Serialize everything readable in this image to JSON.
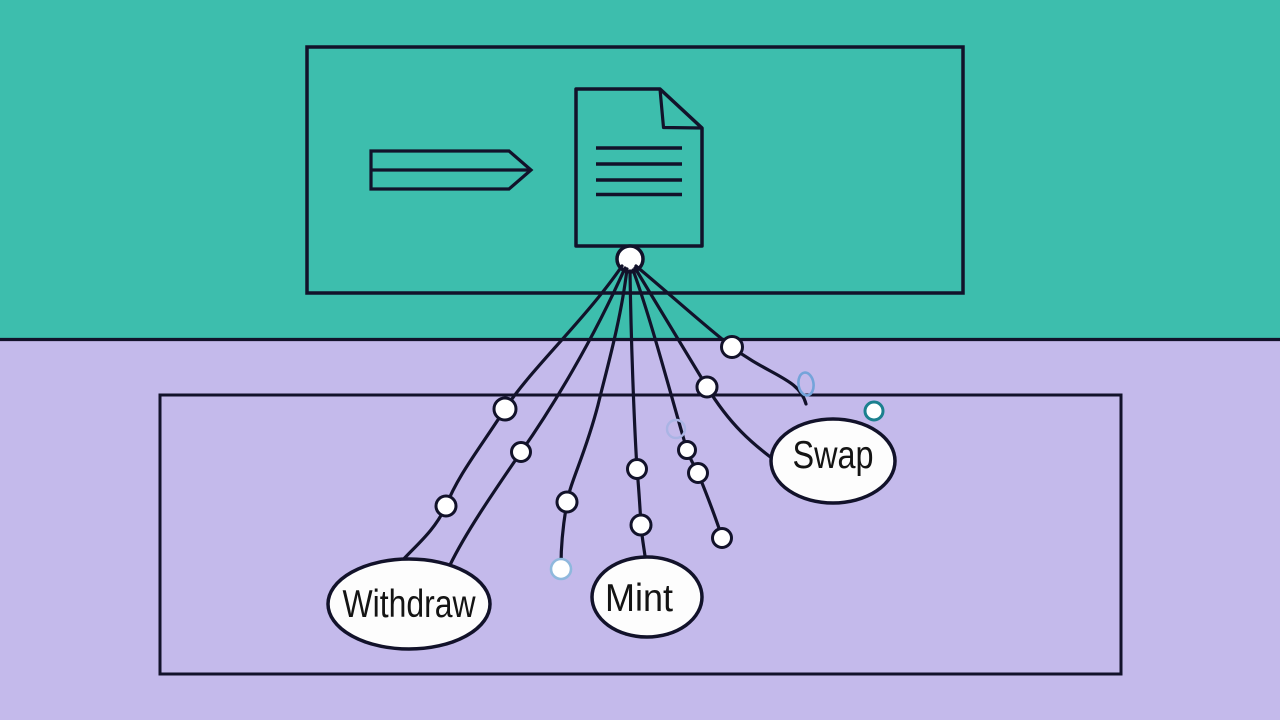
{
  "diagram": {
    "background": {
      "top_color": "#3dbead",
      "bottom_color": "#c4baeb"
    },
    "outline_color": "#12122a",
    "shape_fill": "#f8f9f9",
    "node_fill": "#ffffff",
    "accent_colors": {
      "teal_ring": "#1b808e",
      "sketch_blue": "#74a4da",
      "sketch_lavender": "#aab4e4",
      "blue_node_ring": "#8fb8dd"
    },
    "icons": {
      "arrow": "arrow-right-icon",
      "document": "document-icon"
    },
    "function_nodes": [
      {
        "label": "Withdraw"
      },
      {
        "label": "Mint"
      },
      {
        "label": "Swap"
      }
    ]
  }
}
